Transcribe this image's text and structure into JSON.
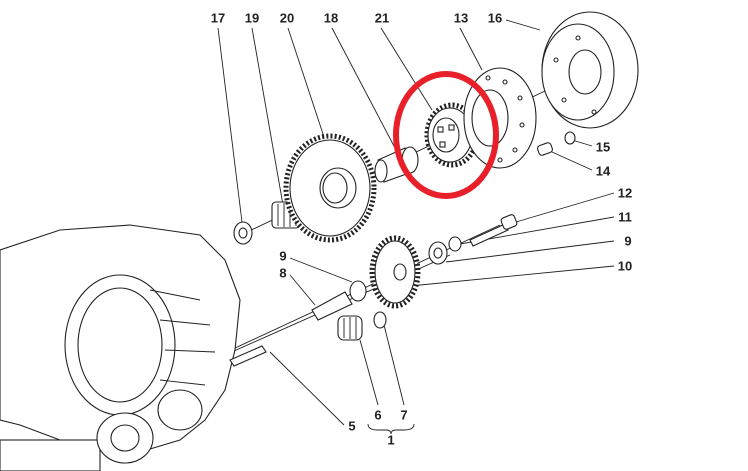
{
  "diagram": {
    "labels": {
      "l17": "17",
      "l19": "19",
      "l20": "20",
      "l18": "18",
      "l21": "21",
      "l13": "13",
      "l16": "16",
      "l15": "15",
      "l14": "14",
      "l12": "12",
      "l11": "11",
      "l9r": "9",
      "l10": "10",
      "l9l": "9",
      "l8": "8",
      "l5": "5",
      "l6": "6",
      "l7": "7",
      "l1": "1"
    },
    "highlight_color": "#e8202a"
  }
}
